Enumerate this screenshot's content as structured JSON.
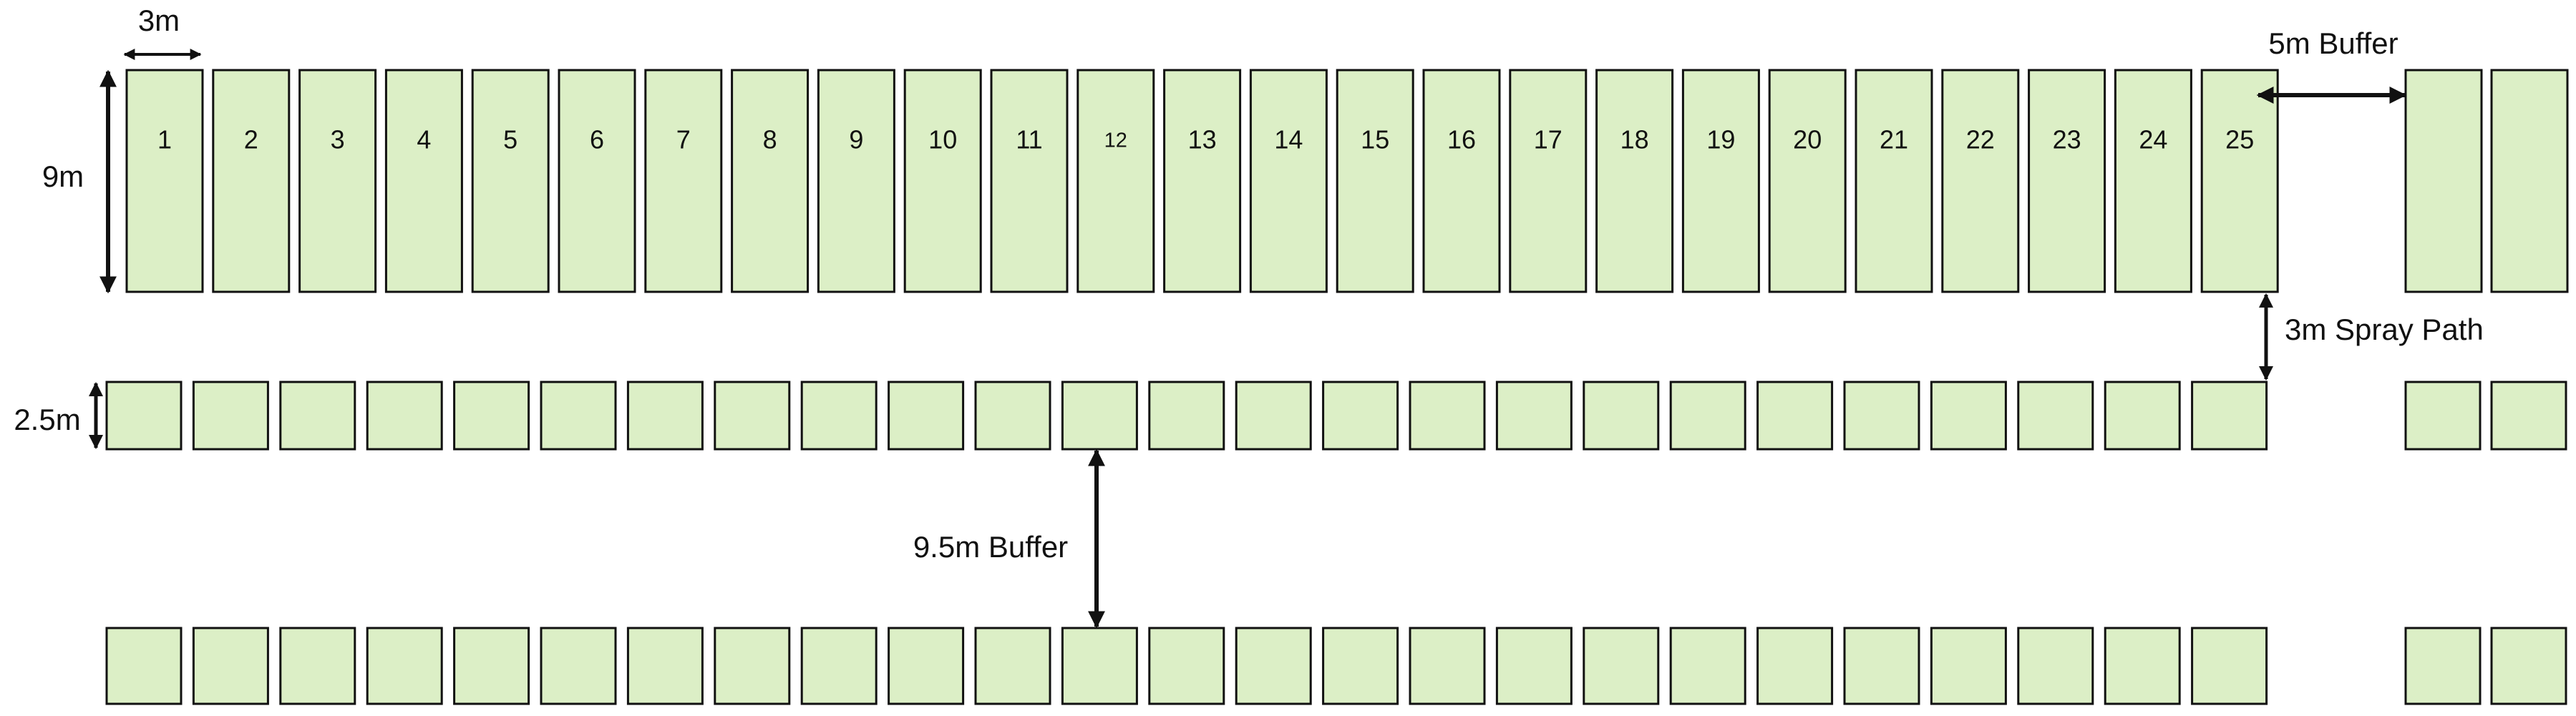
{
  "labels": {
    "width_label": "3m",
    "height_label": "9m",
    "short_height_label": "2.5m",
    "side_buffer_label": "5m Buffer",
    "spray_path_label": "3m Spray Path",
    "row_buffer_label": "9.5m Buffer"
  },
  "tall_row_numbers": [
    "1",
    "2",
    "3",
    "4",
    "5",
    "6",
    "7",
    "8",
    "9",
    "10",
    "11",
    "12",
    "13",
    "14",
    "15",
    "16",
    "17",
    "18",
    "19",
    "20",
    "21",
    "22",
    "23",
    "24",
    "25"
  ],
  "extra_plots_per_row": 2,
  "colors": {
    "plot_fill": "#dcefc6",
    "plot_stroke": "#111111",
    "text": "#111111"
  }
}
